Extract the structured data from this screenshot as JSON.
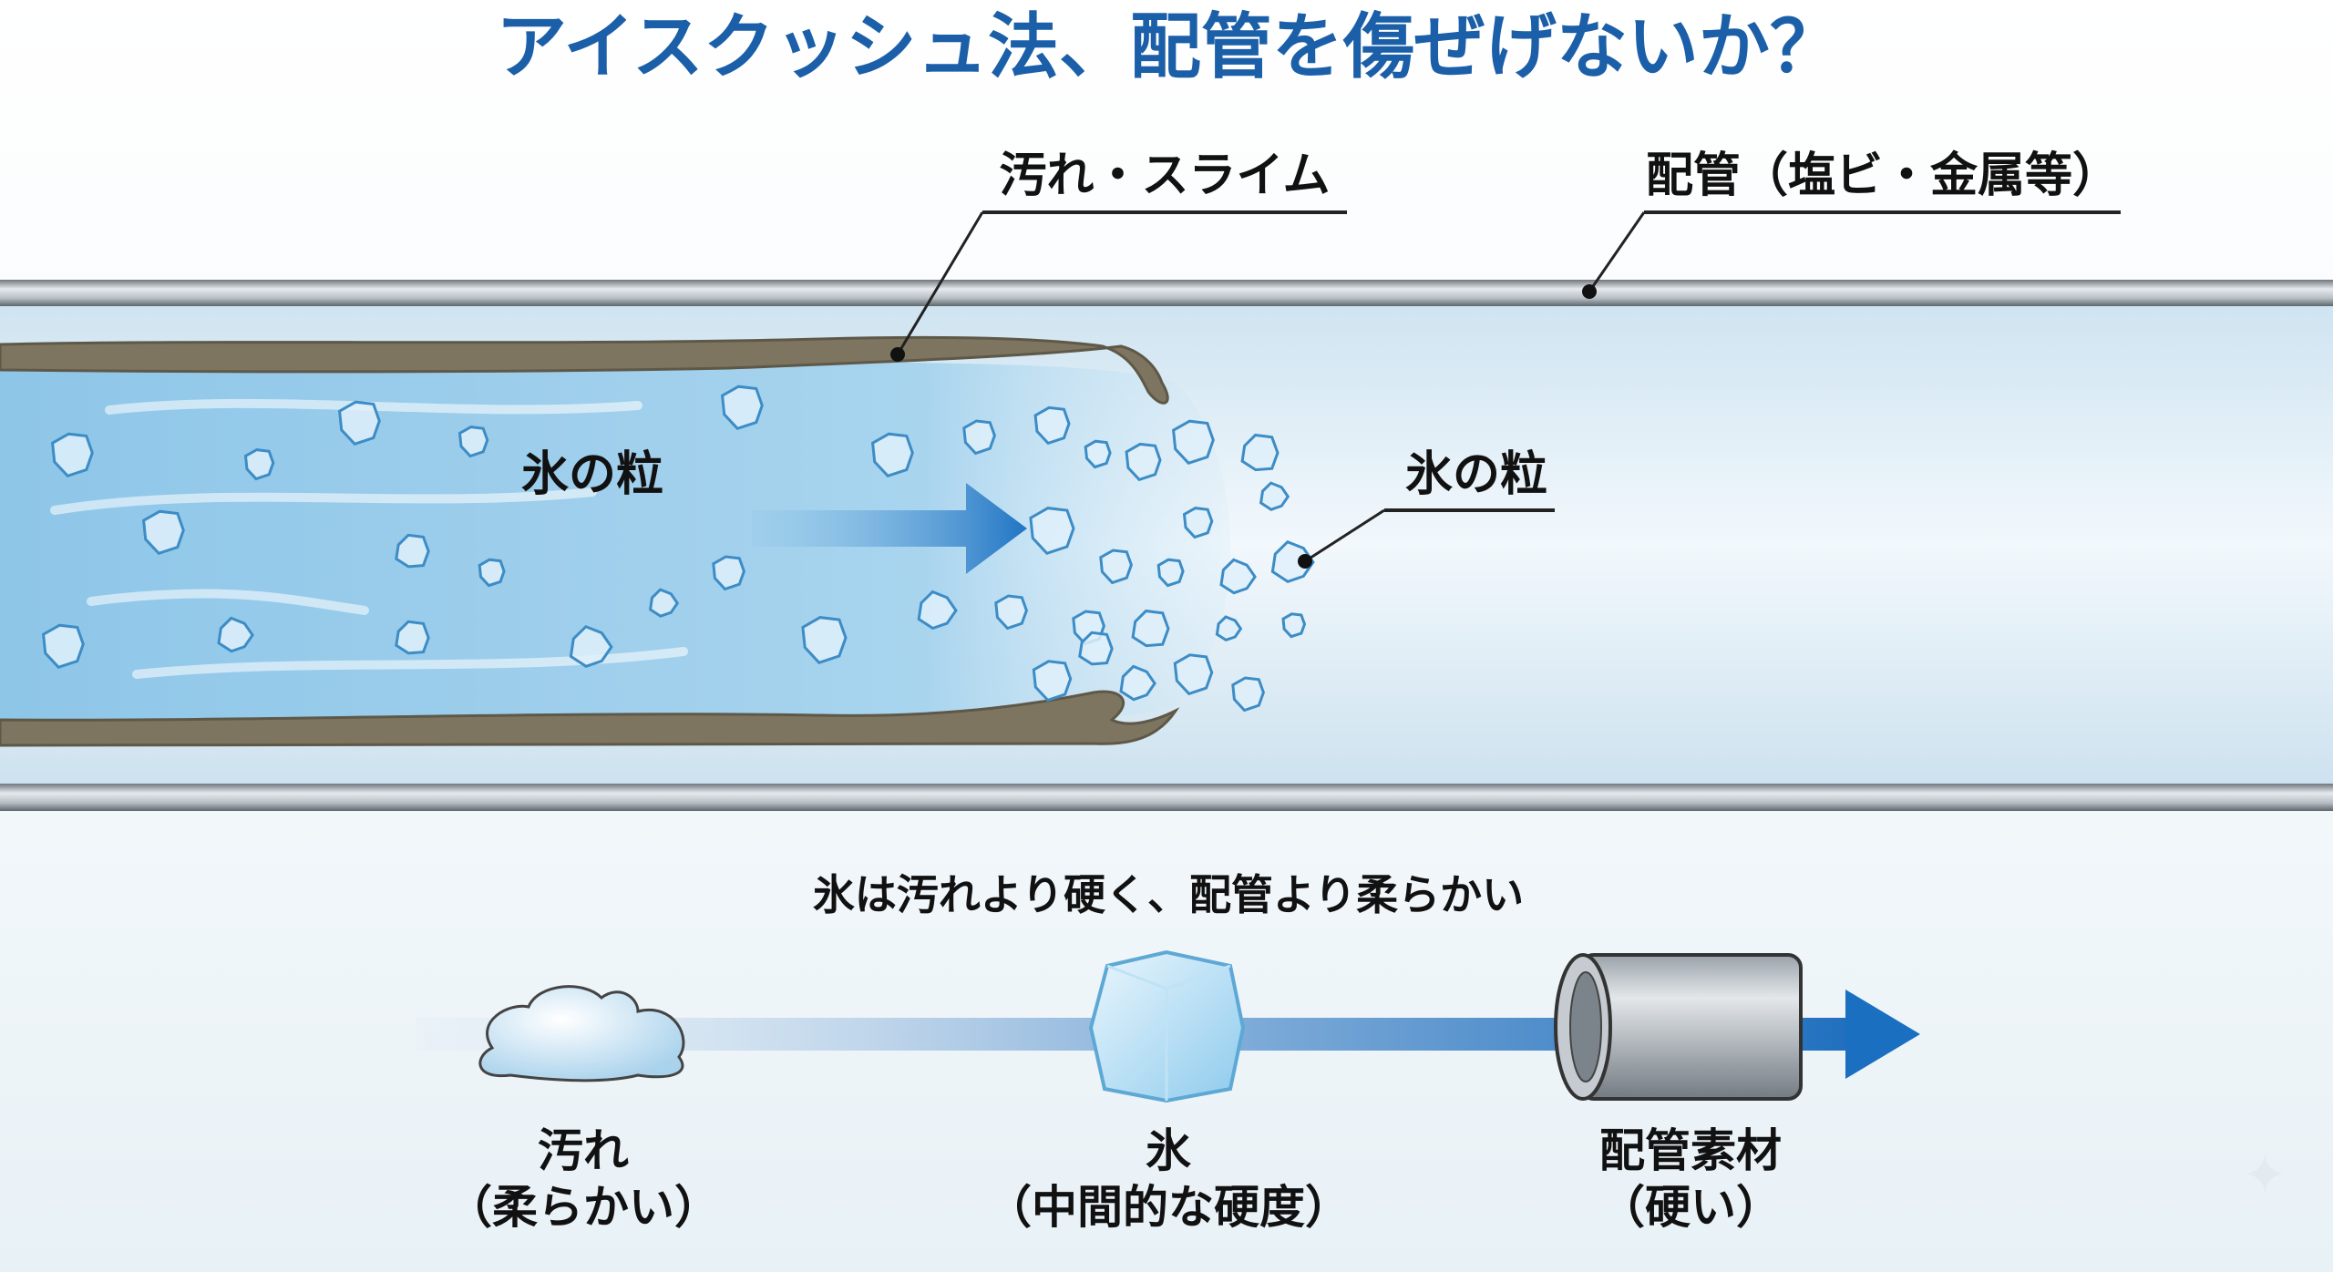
{
  "title": "アイスクッシュ法、配管を傷ぜげないか？",
  "callouts": {
    "dirt_slime": "汚れ・スライム",
    "pipe": "配管（塩ビ・金属等）",
    "ice_particles_left": "氷の粒",
    "ice_particles_right": "氷の粒"
  },
  "hardness": {
    "subtitle": "氷は汚れより硬く、配管より柔らかい",
    "items": [
      {
        "name": "汚れ",
        "note": "（柔らかい）"
      },
      {
        "name": "氷",
        "note": "（中間的な硬度）"
      },
      {
        "name": "配管素材",
        "note": "（硬い）"
      }
    ]
  },
  "colors": {
    "title": "#1b5fa8",
    "arrow": "#1a6fc0",
    "dirt": "#7d7560"
  }
}
